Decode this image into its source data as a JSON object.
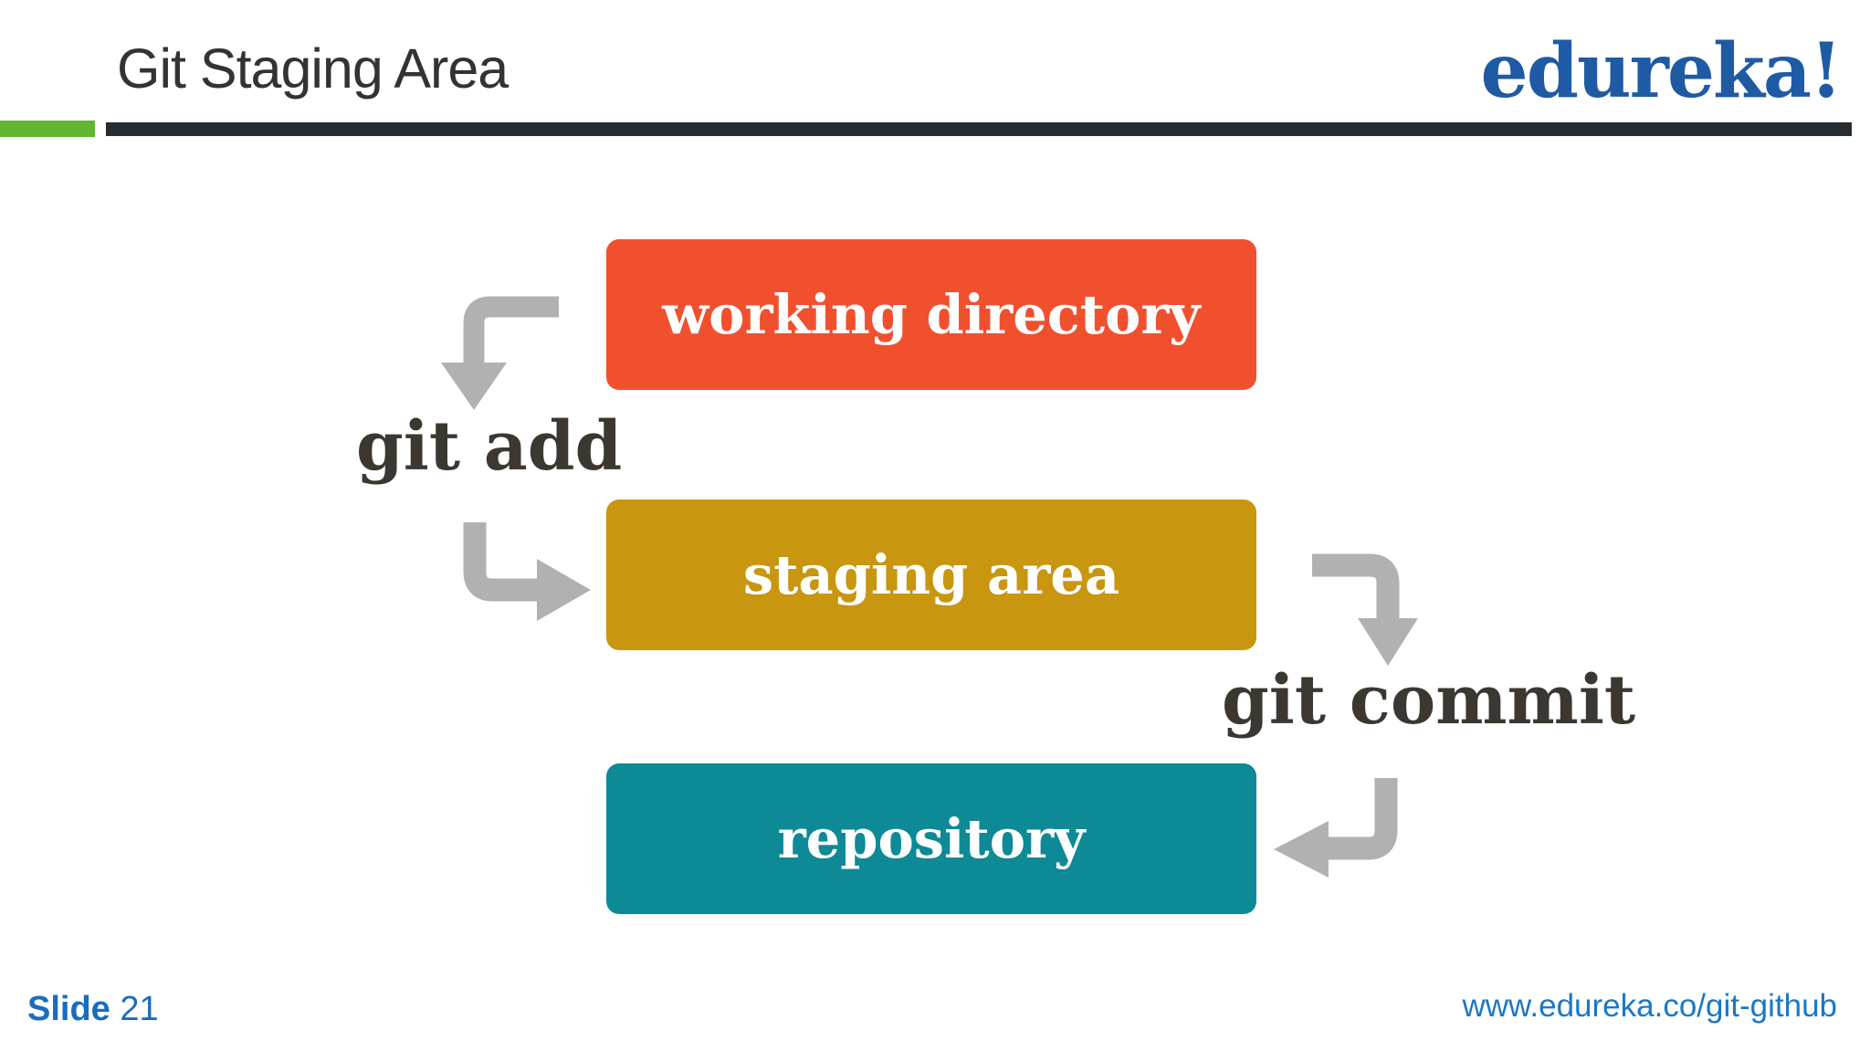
{
  "header": {
    "title": "Git Staging Area",
    "logo_text": "edureka!",
    "accent_green": "#62b52e",
    "rule_dark": "#272c31",
    "logo_blue": "#1f5ba4",
    "title_color": "#333333"
  },
  "diagram": {
    "nodes": [
      {
        "label": "working directory",
        "color": "#f1502f"
      },
      {
        "label": "staging area",
        "color": "#c8960f"
      },
      {
        "label": "repository",
        "color": "#0d8a96"
      }
    ],
    "edges": [
      {
        "label": "git add",
        "from": "working directory",
        "to": "staging area"
      },
      {
        "label": "git commit",
        "from": "staging area",
        "to": "repository"
      }
    ],
    "arrow_color": "#b1b1b1",
    "edge_label_color": "#3d3732",
    "node_text_color": "#ffffff"
  },
  "footer": {
    "slide_label": "Slide",
    "slide_number": "21",
    "url": "www.edureka.co/git-github",
    "link_blue": "#1a6dbd"
  }
}
